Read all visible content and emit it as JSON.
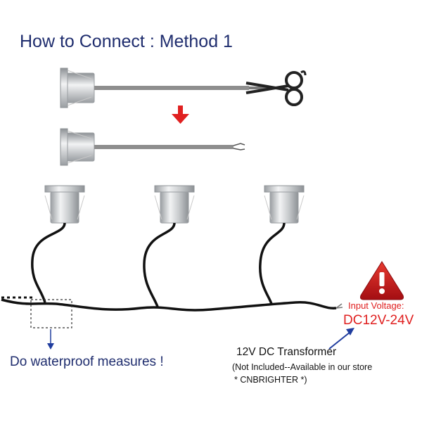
{
  "title": "How to Connect : Method 1",
  "waterproof_text": "Do waterproof measures !",
  "transformer": {
    "label": "12V DC Transformer",
    "note": "(Not Included--Available in our store",
    "brand": "* CNBRIGHTER *)"
  },
  "input_voltage": {
    "label": "Input Voltage:",
    "value": "DC12V-24V"
  },
  "colors": {
    "title": "#1f2d6e",
    "accent_red": "#e02020",
    "warning_red": "#c8161d",
    "cable": "#111111",
    "arrow_blue": "#1f3c9e"
  },
  "icons": [
    "scissors-icon",
    "down-arrow-icon",
    "warning-icon",
    "led-light-icon"
  ]
}
